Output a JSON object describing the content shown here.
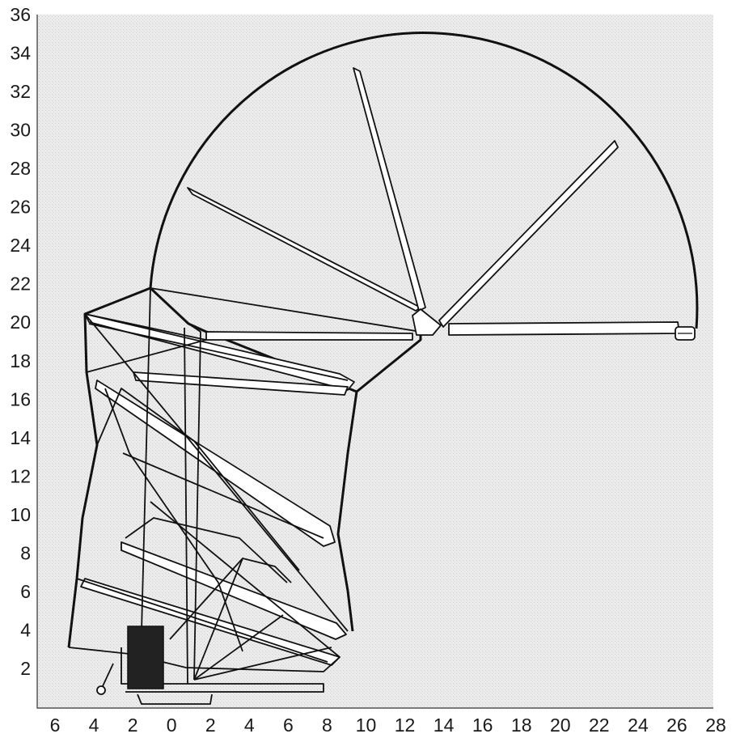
{
  "diagram": {
    "y_ticks": [
      "2",
      "4",
      "6",
      "8",
      "10",
      "12",
      "14",
      "16",
      "18",
      "20",
      "22",
      "24",
      "26",
      "28",
      "30",
      "32",
      "34",
      "36"
    ],
    "x_ticks": [
      "6",
      "4",
      "2",
      "0",
      "2",
      "4",
      "6",
      "8",
      "10",
      "12",
      "14",
      "16",
      "18",
      "20",
      "22",
      "24",
      "26",
      "28"
    ],
    "colors": {
      "background": "#e9e9e9",
      "line": "#111111",
      "counterweight": "#222222",
      "boom": "#ffffff"
    },
    "icons": [
      "counterweight-block",
      "boom-arm",
      "hook-block"
    ]
  }
}
